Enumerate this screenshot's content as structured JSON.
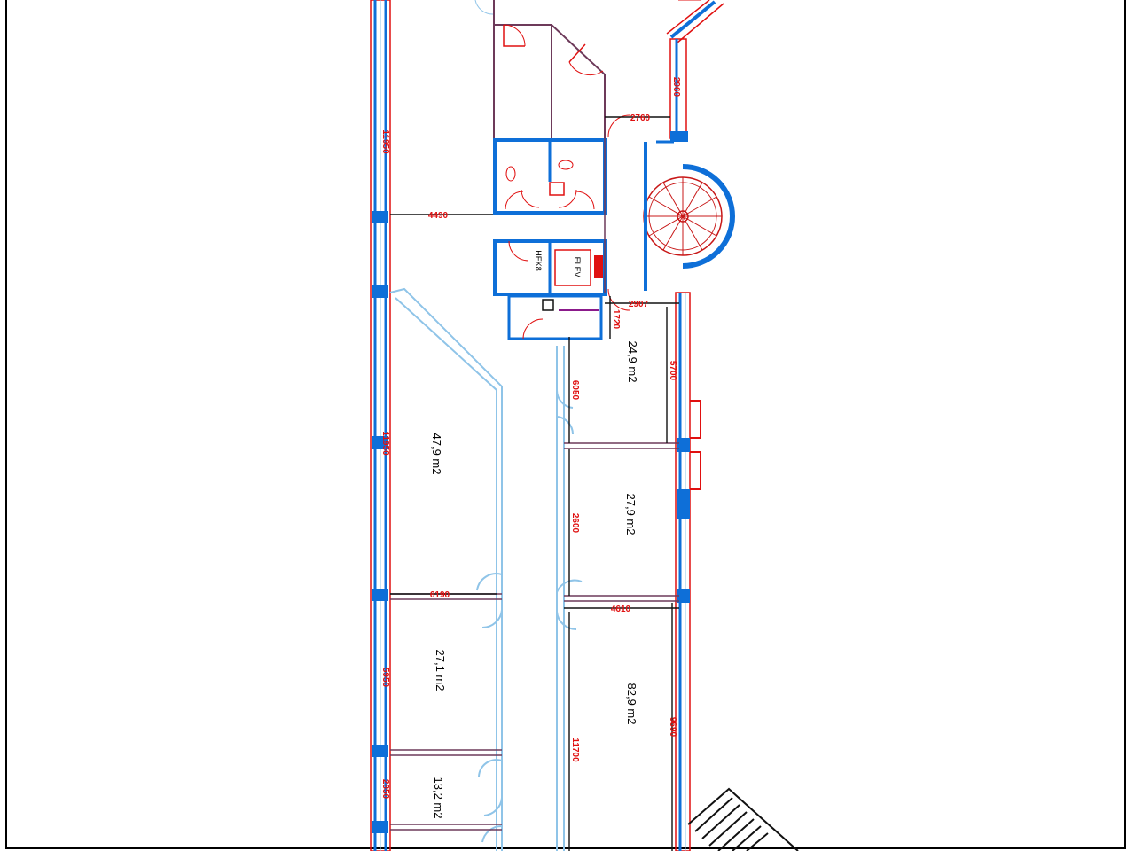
{
  "plan": {
    "colors": {
      "wall_outer": "#0e6fd8",
      "wall_red": "#e01010",
      "glass": "#8fc4e8",
      "partition": "#6d3a5a",
      "dim_line": "#111111",
      "dim_text": "#e01010",
      "stair": "#c81818"
    },
    "rooms": [
      {
        "id": "room-249",
        "area": "24,9 m2"
      },
      {
        "id": "room-479",
        "area": "47,9 m2"
      },
      {
        "id": "room-279",
        "area": "27,9 m2"
      },
      {
        "id": "room-271",
        "area": "27,1 m2"
      },
      {
        "id": "room-829",
        "area": "82,9 m2"
      },
      {
        "id": "room-132",
        "area": "13,2 m2"
      }
    ],
    "dimensions": {
      "d_11950_top": "11950",
      "d_4490": "4490",
      "d_2760": "2760",
      "d_2960_right": "2960",
      "d_2907": "2907",
      "d_1720": "1720",
      "d_5700": "5700",
      "d_6050": "6050",
      "d_2600": "2600",
      "d_11950_mid": "11950",
      "d_6190": "6190",
      "d_4610": "4610",
      "d_5950": "5950",
      "d_9690": "9690",
      "d_11700": "11700",
      "d_2850": "2850"
    },
    "labels": {
      "elevator": "ELEV.",
      "shaft": "HEK8"
    }
  }
}
